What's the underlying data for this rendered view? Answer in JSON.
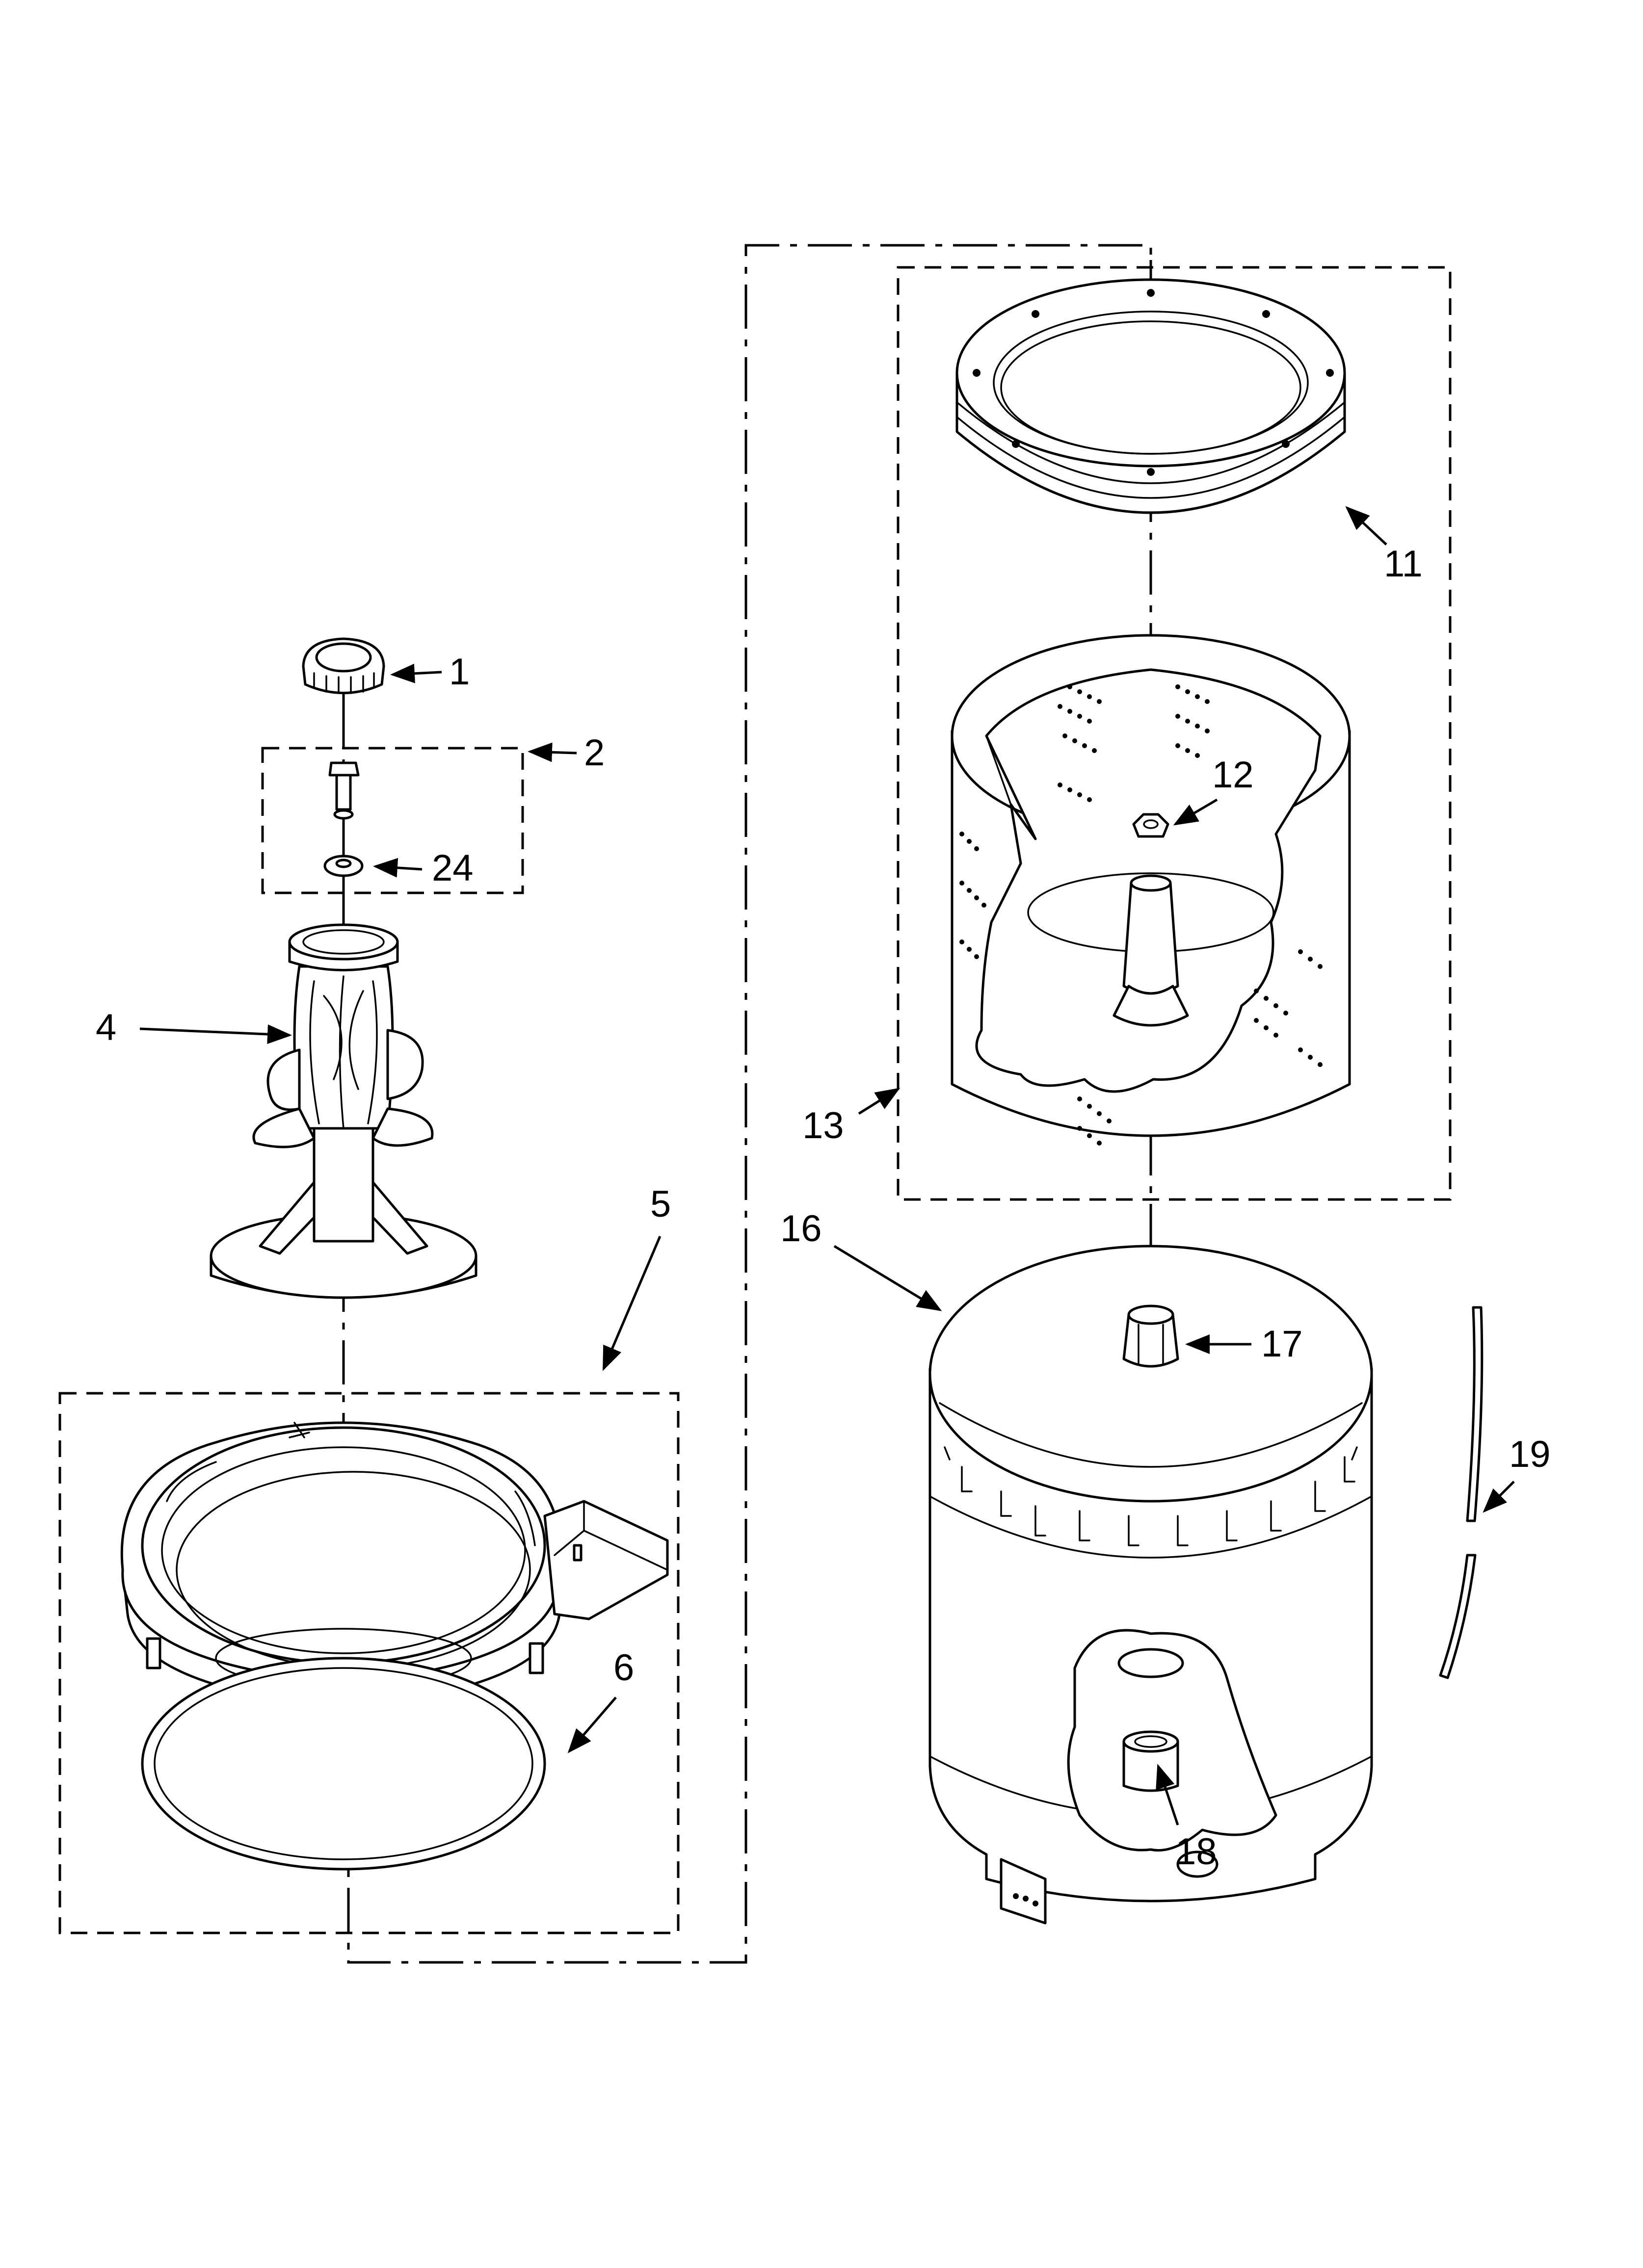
{
  "callouts": [
    {
      "id": "1",
      "text": "1"
    },
    {
      "id": "2",
      "text": "2"
    },
    {
      "id": "24",
      "text": "24"
    },
    {
      "id": "4",
      "text": "4"
    },
    {
      "id": "5",
      "text": "5"
    },
    {
      "id": "6",
      "text": "6"
    },
    {
      "id": "11",
      "text": "11"
    },
    {
      "id": "12",
      "text": "12"
    },
    {
      "id": "13",
      "text": "13"
    },
    {
      "id": "16",
      "text": "16"
    },
    {
      "id": "17",
      "text": "17"
    },
    {
      "id": "18",
      "text": "18"
    },
    {
      "id": "19",
      "text": "19"
    }
  ],
  "colors": {
    "line": "#000000",
    "background": "#ffffff"
  }
}
